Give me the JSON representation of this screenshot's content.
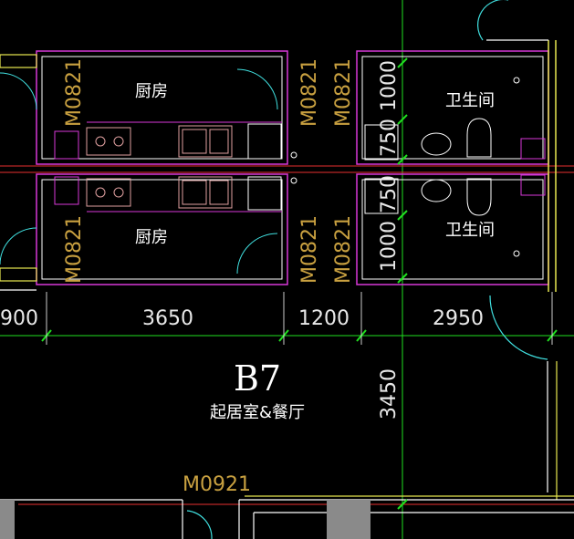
{
  "colors": {
    "background": "#000000",
    "wall": "#ffffff",
    "magenta": "#d838d8",
    "yellow": "#e8e850",
    "green": "#20e020",
    "red": "#e83030",
    "cyan": "#40e0e0",
    "door_label": "#c8a040",
    "dimension_text": "#e8e8e8",
    "fill_gray": "#8a8a8a"
  },
  "rooms": {
    "kitchen_top": "厨房",
    "kitchen_bottom": "厨房",
    "bath_top": "卫生间",
    "bath_bottom": "卫生间",
    "unit_code": "B7",
    "living": "起居室&餐厅"
  },
  "door_codes": {
    "k_top_left": "M0821",
    "k_top_right": "M0821",
    "b_top_left": "M0821",
    "k_bottom_left": "M0821",
    "k_bottom_right": "M0821",
    "b_bottom_left": "M0821",
    "living_door": "M0921"
  },
  "dimensions": {
    "d900": "900",
    "d3650": "3650",
    "d1200": "1200",
    "d2950": "2950",
    "d3450": "3450",
    "d1000_top": "1000",
    "d750_top": "750",
    "d750_bottom": "750",
    "d1000_bottom": "1000"
  }
}
